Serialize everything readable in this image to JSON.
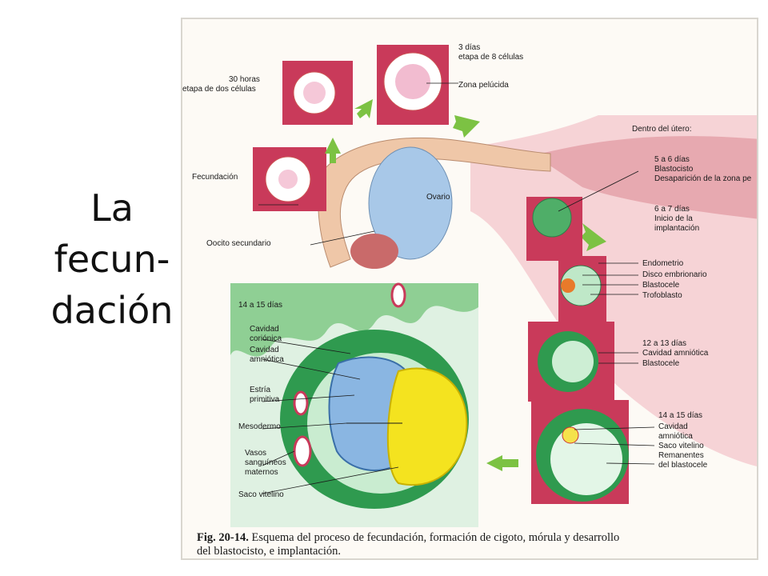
{
  "slide": {
    "title_lines": [
      "La",
      "fecun-",
      "dación"
    ]
  },
  "figure": {
    "labels": {
      "thirty_hours": "30 horas",
      "two_cells": "etapa de dos células",
      "three_days": "3 días",
      "eight_cells": "etapa de 8 células",
      "zona": "Zona pelúcida",
      "fecundacion": "Fecundación",
      "ovario": "Ovario",
      "oocito": "Oocito secundario",
      "dentro_utero": "Dentro del útero:",
      "five_six": "5 a 6 días",
      "blastocisto": "Blastocisto",
      "desaparicion": "Desaparición de la zona pe",
      "six_seven": "6 a 7 días",
      "inicio": "Inicio de la",
      "implantacion": "implantación",
      "endometrio": "Endometrio",
      "disco": "Disco embrionario",
      "blastocele1": "Blastocele",
      "trofoblasto": "Trofoblasto",
      "twelve": "12 a 13 días",
      "cav_amniotica_r": "Cavidad amniótica",
      "blastocele2": "Blastocele",
      "fourteen_r": "14 a 15 días",
      "cavidad_r": "Cavidad",
      "amniotica_r": "amniótica",
      "saco_r": "Saco vitelino",
      "remanentes": "Remanentes",
      "del_blastocele": "del blastocele",
      "fourteen_l": "14 a 15 días",
      "cavidad_c1": "Cavidad",
      "corionica": "coriónica",
      "cavidad_a1": "Cavidad",
      "amniotica_l": "amniótica",
      "estria": "Estría",
      "primitiva": "primitiva",
      "mesodermo": "Mesodermo",
      "vasos": "Vasos",
      "sanguineos": "sanguíneos",
      "maternos": "maternos",
      "saco_l": "Saco vitelino"
    },
    "caption": {
      "bold": "Fig. 20-14.",
      "line1": "Esquema del proceso de fecundación, formación de cigoto, mórula y desarrollo",
      "line2": "del blastocisto, e implantación."
    }
  }
}
